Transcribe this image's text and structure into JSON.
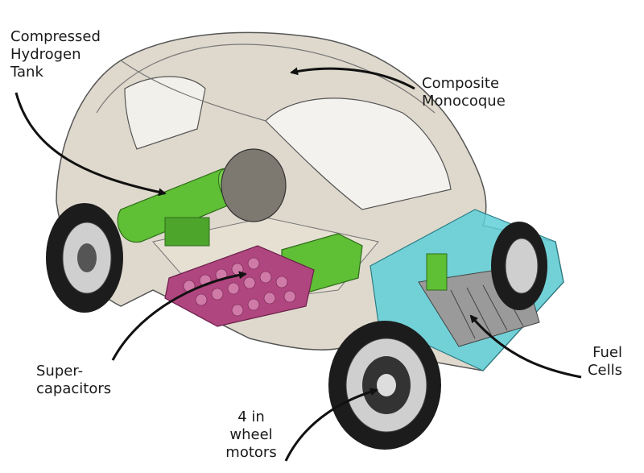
{
  "colors": {
    "body_shell": "#d9d2c4",
    "outline": "#555555",
    "hydrogen_tank": "#5fbf35",
    "supercapacitors": "#b0467f",
    "fuel_cell_housing": "#5fcfd8",
    "tyre": "#1c1c1c",
    "rim": "#cfcfcf",
    "arrow": "#111111"
  },
  "labels": {
    "hydrogen_tank": [
      "Compressed",
      "Hydrogen",
      "Tank"
    ],
    "monocoque": [
      "Composite",
      "Monocoque"
    ],
    "supercapacitors": [
      "Super-",
      "capacitors"
    ],
    "wheel_motors": [
      "4 in",
      "wheel",
      "motors"
    ],
    "fuel_cells": [
      "Fuel",
      "Cells"
    ]
  }
}
